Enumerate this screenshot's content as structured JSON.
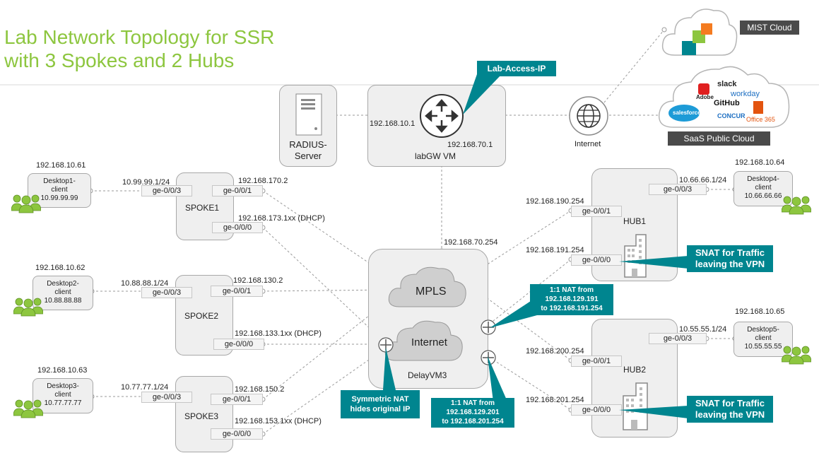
{
  "title": {
    "line1": "Lab Network Topology for SSR",
    "line2": "with 3 Spokes and 2 Hubs"
  },
  "cloud": {
    "mist_label": "MIST Cloud",
    "saas_label": "SaaS Public Cloud",
    "saas_apps": [
      "Adobe",
      "slack",
      "workday",
      "GitHub",
      "salesforce",
      "CONCUR",
      "Office 365"
    ],
    "internet_label": "Internet"
  },
  "lab_access_callout": "Lab-Access-IP",
  "radius": {
    "line1": "RADIUS-",
    "line2": "Server"
  },
  "labgw": {
    "name": "labGW VM",
    "left_ip": "192.168.10.1",
    "right_ip": "192.168.70.1"
  },
  "delayvm": {
    "name": "DelayVM3",
    "top_ip": "192.168.70.254",
    "mpls_label": "MPLS",
    "internet_label": "Internet"
  },
  "desktops": [
    {
      "mgmt_ip": "192.168.10.61",
      "name": "Desktop1-",
      "name2": "client",
      "ip": "10.99.99.99"
    },
    {
      "mgmt_ip": "192.168.10.62",
      "name": "Desktop2-",
      "name2": "client",
      "ip": "10.88.88.88"
    },
    {
      "mgmt_ip": "192.168.10.63",
      "name": "Desktop3-",
      "name2": "client",
      "ip": "10.77.77.77"
    },
    {
      "mgmt_ip": "192.168.10.64",
      "name": "Desktop4-",
      "name2": "client",
      "ip": "10.66.66.66"
    },
    {
      "mgmt_ip": "192.168.10.65",
      "name": "Desktop5-",
      "name2": "client",
      "ip": "10.55.55.55"
    }
  ],
  "spokes": [
    {
      "name": "SPOKE1",
      "lan_ip": "10.99.99.1/24",
      "lan_port": "ge-0/0/3",
      "wan1_port": "ge-0/0/1",
      "wan1_ip": "192.168.170.2",
      "wan2_port": "ge-0/0/0",
      "wan2_ip": "192.168.173.1xx (DHCP)"
    },
    {
      "name": "SPOKE2",
      "lan_ip": "10.88.88.1/24",
      "lan_port": "ge-0/0/3",
      "wan1_port": "ge-0/0/1",
      "wan1_ip": "192.168.130.2",
      "wan2_port": "ge-0/0/0",
      "wan2_ip": "192.168.133.1xx (DHCP)"
    },
    {
      "name": "SPOKE3",
      "lan_ip": "10.77.77.1/24",
      "lan_port": "ge-0/0/3",
      "wan1_port": "ge-0/0/1",
      "wan1_ip": "192.168.150.2",
      "wan2_port": "ge-0/0/0",
      "wan2_ip": "192.168.153.1xx (DHCP)"
    }
  ],
  "hubs": [
    {
      "name": "HUB1",
      "lan_ip": "10.66.66.1/24",
      "lan_port": "ge-0/0/3",
      "wan1_ip": "192.168.190.254",
      "wan1_port": "ge-0/0/1",
      "wan2_ip": "192.168.191.254",
      "wan2_port": "ge-0/0/0"
    },
    {
      "name": "HUB2",
      "lan_ip": "10.55.55.1/24",
      "lan_port": "ge-0/0/3",
      "wan1_ip": "192.168.200.254",
      "wan1_port": "ge-0/0/1",
      "wan2_ip": "192.168.201.254",
      "wan2_port": "ge-0/0/0"
    }
  ],
  "callouts": {
    "snat1": [
      "SNAT for Traffic",
      "leaving the VPN"
    ],
    "snat2": [
      "SNAT for Traffic",
      "leaving the VPN"
    ],
    "nat1": [
      "1:1 NAT from",
      "192.168.129.191",
      "to 192.168.191.254"
    ],
    "nat2": [
      "1:1 NAT from",
      "192.168.129.201",
      "to 192.168.201.254"
    ],
    "symnat": [
      "Symmetric NAT",
      "hides original IP"
    ]
  },
  "colors": {
    "title": "#8dc63f",
    "callout": "#00858f",
    "user_icon": "#8dc63f"
  }
}
